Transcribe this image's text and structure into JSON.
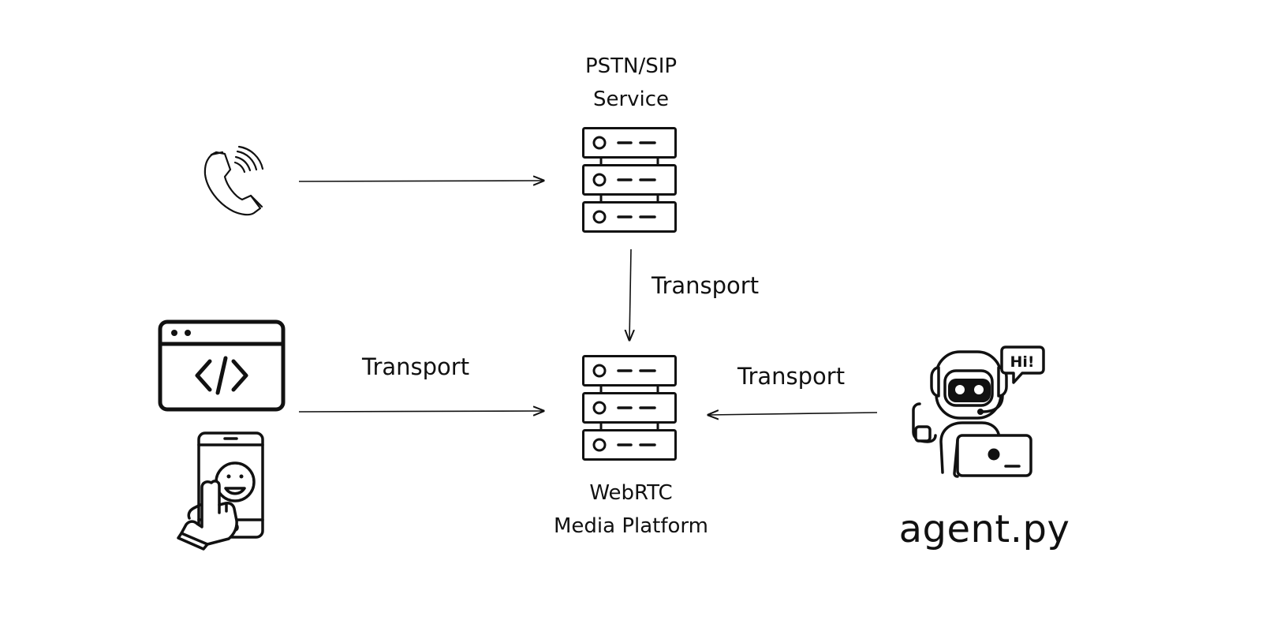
{
  "nodes": {
    "pstn": {
      "line1": "PSTN/SIP",
      "line2": "Service"
    },
    "webrtc": {
      "line1": "WebRTC",
      "line2": "Media Platform"
    },
    "agent": {
      "label": "agent.py"
    }
  },
  "edges": {
    "pstn_to_webrtc": {
      "label": "Transport"
    },
    "clients_to_webrtc": {
      "label": "Transport"
    },
    "agent_to_webrtc": {
      "label": "Transport"
    }
  },
  "icons": {
    "phone": "phone-ringing-icon",
    "browser": "browser-code-icon",
    "mobile": "mobile-touch-icon",
    "server": "server-stack-icon",
    "robot": "robot-agent-icon"
  },
  "colors": {
    "stroke": "#111111",
    "background": "#ffffff"
  }
}
